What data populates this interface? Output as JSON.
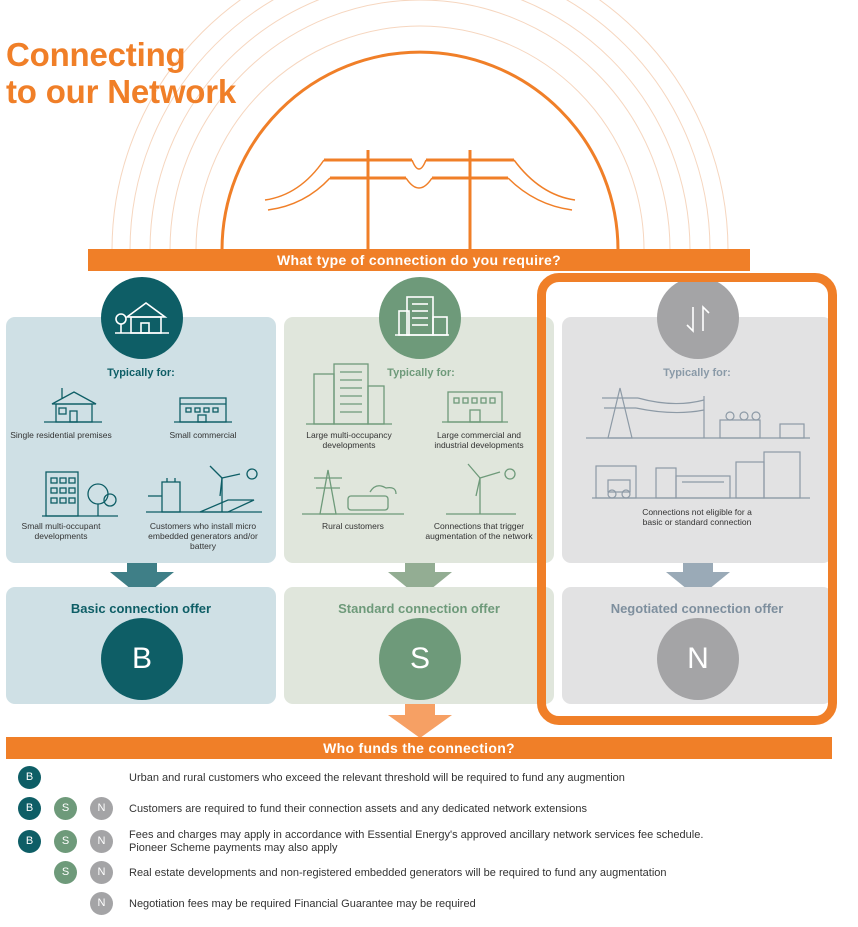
{
  "title_line1": "Connecting",
  "title_line2": "to our Network",
  "question_banner": "What type of connection do you require?",
  "typically_for": "Typically for:",
  "columns": {
    "basic": {
      "items": [
        {
          "label": "Single residential premises"
        },
        {
          "label": "Small commercial"
        },
        {
          "label": "Small multi-occupant developments"
        },
        {
          "label": "Customers who install micro embedded generators and/or battery"
        }
      ],
      "offer_label": "Basic connection offer",
      "letter": "B"
    },
    "standard": {
      "items": [
        {
          "label": "Large multi-occupancy developments"
        },
        {
          "label": "Large commercial and industrial developments"
        },
        {
          "label": "Rural customers"
        },
        {
          "label": "Connections that trigger augmentation of the network"
        }
      ],
      "offer_label": "Standard connection offer",
      "letter": "S"
    },
    "negotiated": {
      "items": [
        {
          "label": "Connections not eligible for a basic or standard connection"
        }
      ],
      "offer_label": "Negotiated connection offer",
      "letter": "N"
    }
  },
  "funds_banner": "Who funds the connection?",
  "funding": [
    {
      "badges": [
        "B"
      ],
      "text": "Urban and rural customers who exceed the relevant threshold will be required to fund any augmention"
    },
    {
      "badges": [
        "B",
        "S",
        "N"
      ],
      "text": "Customers are required to fund their connection assets and any dedicated network extensions"
    },
    {
      "badges": [
        "B",
        "S",
        "N"
      ],
      "line1": "Fees and charges may apply in accordance with Essential Energy's approved ancillary network services fee schedule.",
      "line2": "Pioneer Scheme payments may also apply"
    },
    {
      "badges": [
        "S",
        "N"
      ],
      "text": "Real estate developments and non-registered embedded generators will be required to fund any augmentation"
    },
    {
      "badges": [
        "N"
      ],
      "text": "Negotiation fees may be required Financial Guarantee may be required"
    }
  ],
  "colors": {
    "orange": "#f07f28",
    "basic": "#0e5e66",
    "standard": "#6e9a7a",
    "negotiated": "#a4a4a6"
  }
}
